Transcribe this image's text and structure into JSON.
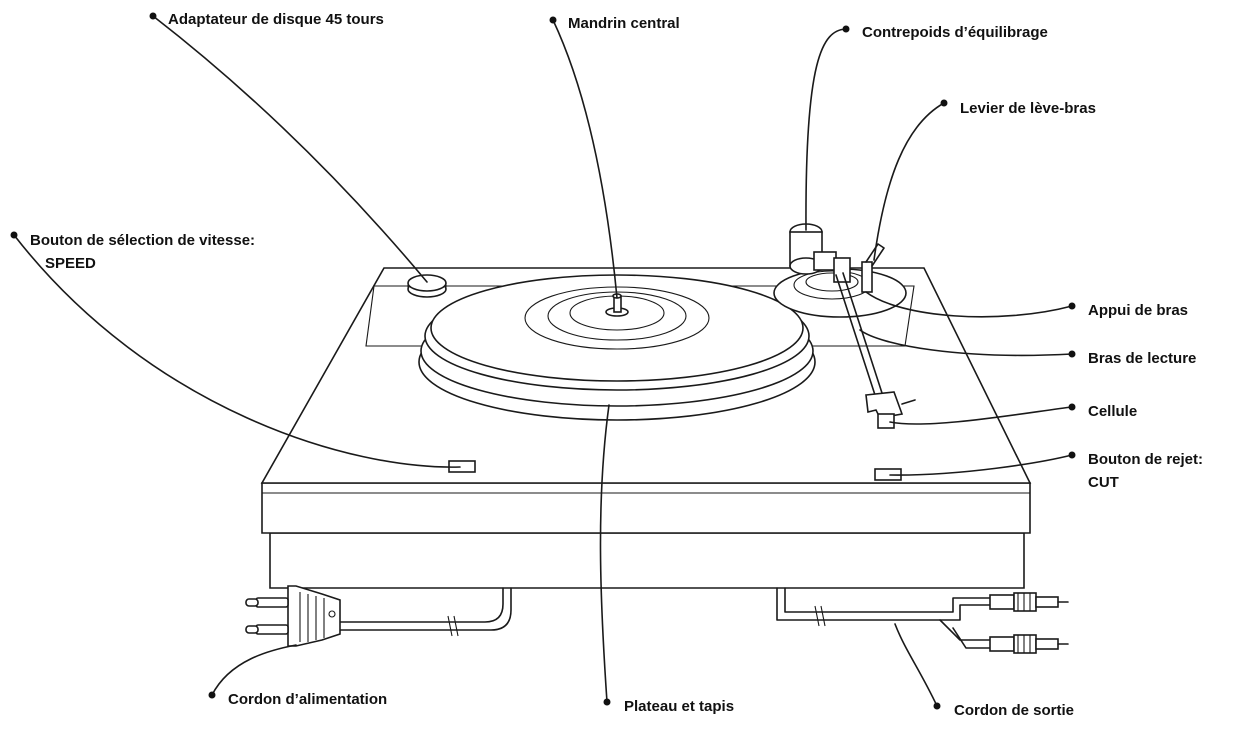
{
  "labels": {
    "adapter": "Adaptateur de disque 45 tours",
    "spindle": "Mandrin central",
    "counterweight": "Contrepoids d’équilibrage",
    "cue_lever": "Levier de lève-bras",
    "speed_line1": "Bouton de sélection de vitesse:",
    "speed_line2": "SPEED",
    "arm_rest": "Appui de bras",
    "tonearm": "Bras de lecture",
    "cartridge": "Cellule",
    "reject_line1": "Bouton de rejet:",
    "reject_line2": "CUT",
    "power_cord": "Cordon d’alimentation",
    "platter": "Plateau et tapis",
    "output_cord": "Cordon de sortie"
  }
}
